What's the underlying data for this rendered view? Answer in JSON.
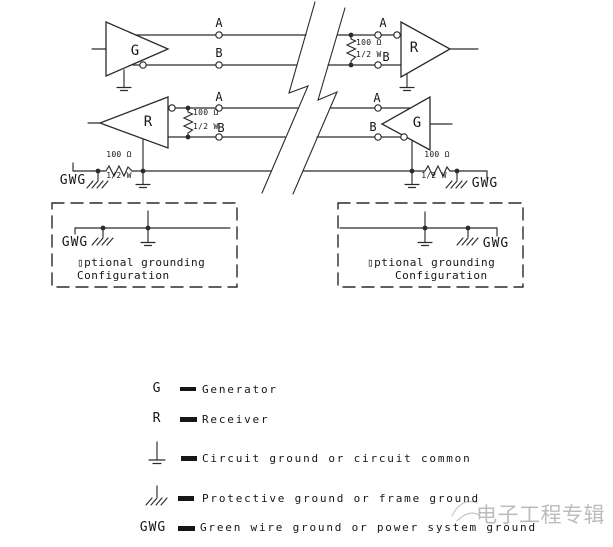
{
  "diagram": {
    "terminal_labels": {
      "a": "A",
      "b": "B"
    },
    "device_labels": {
      "generator": "G",
      "receiver": "R"
    },
    "ground_label": "GWG",
    "resistor": {
      "value": "100 Ω",
      "power": "1/2 W"
    },
    "optional_box": {
      "line1": "▯ptional grounding",
      "line2": "Configuration"
    }
  },
  "legend": {
    "items": [
      {
        "symbol": "G",
        "icon": "",
        "label": "Generator"
      },
      {
        "symbol": "R",
        "icon": "",
        "label": "Receiver"
      },
      {
        "symbol": "",
        "icon": "circuit-ground-icon",
        "label": "Circuit ground or circuit common"
      },
      {
        "symbol": "",
        "icon": "protective-ground-icon",
        "label": "Protective ground or frame ground"
      },
      {
        "symbol": "GWG",
        "icon": "",
        "label": "Green wire ground or power system ground"
      }
    ]
  },
  "watermark": {
    "text": "电子工程专辑"
  },
  "colors": {
    "line": "#2b2b2b",
    "text": "#161616",
    "watermark": "#bcbcbc"
  }
}
